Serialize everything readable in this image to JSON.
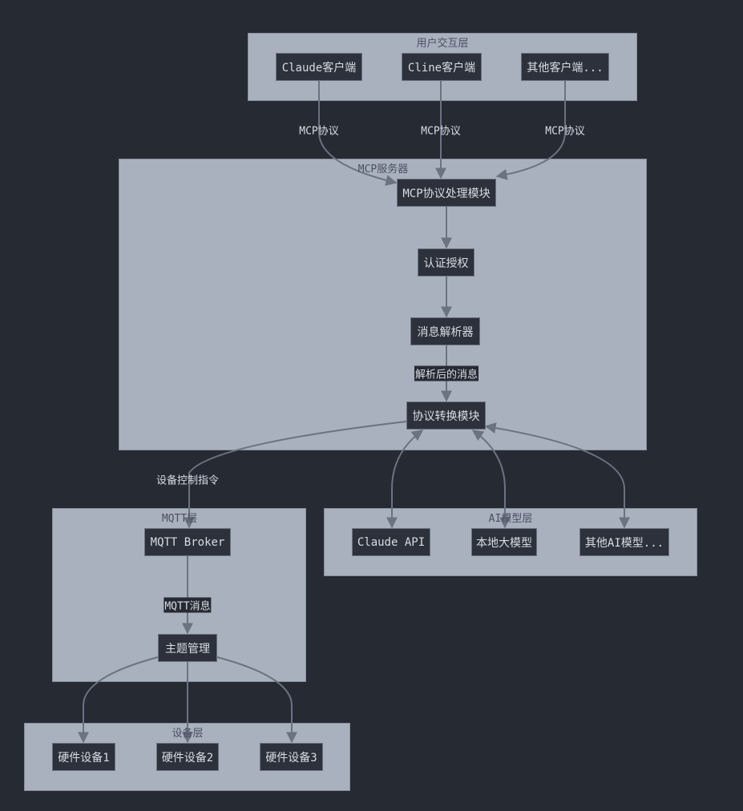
{
  "clusters": {
    "user": "用户交互层",
    "mcp": "MCP服务器",
    "mqtt": "MQTT层",
    "ai": "AI模型层",
    "device": "设备层"
  },
  "nodes": {
    "claude_client": "Claude客户端",
    "cline_client": "Cline客户端",
    "other_client": "其他客户端...",
    "mcp_handler": "MCP协议处理模块",
    "auth": "认证授权",
    "parser": "消息解析器",
    "converter": "协议转换模块",
    "broker": "MQTT Broker",
    "topic": "主题管理",
    "claude_api": "Claude API",
    "local_model": "本地大模型",
    "other_ai": "其他AI模型...",
    "dev1": "硬件设备1",
    "dev2": "硬件设备2",
    "dev3": "硬件设备3"
  },
  "edge_labels": {
    "mcp1": "MCP协议",
    "mcp2": "MCP协议",
    "mcp3": "MCP协议",
    "parsed": "解析后的消息",
    "control": "设备控制指令",
    "mqtt_msg": "MQTT消息"
  },
  "colors": {
    "background": "#262a33",
    "cluster": "#a9b0be",
    "node": "#2d313b",
    "edge": "#6b7280"
  }
}
